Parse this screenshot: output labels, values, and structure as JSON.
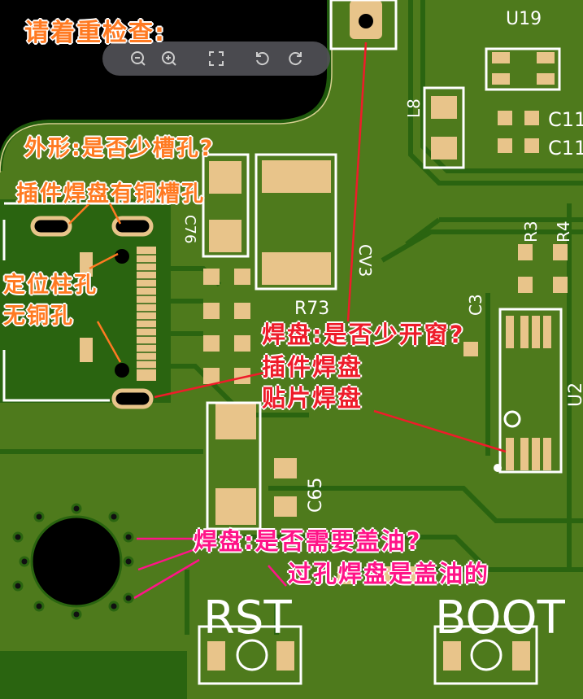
{
  "annotations": {
    "title": "请着重检查:",
    "outline_question": "外形:是否少槽孔?",
    "tht_slot": "插件焊盘有铜槽孔",
    "locating_post_1": "定位柱孔",
    "locating_post_2": "无铜孔",
    "pad_question": "焊盘:是否少开窗?",
    "tht_pad": "插件焊盘",
    "smd_pad": "贴片焊盘",
    "via_question": "焊盘:是否需要盖油?",
    "via_note": "过孔焊盘是盖油的"
  },
  "silkscreen": {
    "u19": "U19",
    "l8": "L8",
    "c11a": "C11",
    "c11b": "C11",
    "r3": "R3",
    "r4": "R4",
    "c3": "C3",
    "r73": "R73",
    "cv3": "CV3",
    "u2": "U2",
    "c65": "C65",
    "c76": "C76",
    "rst": "RST",
    "boot": "BOOT"
  },
  "toolbar": {
    "zoom_out": "zoom-out-icon",
    "zoom_in": "zoom-in-icon",
    "fullscreen": "fullscreen-icon",
    "rotate_left": "rotate-left-icon",
    "rotate_right": "rotate-right-icon"
  },
  "colors": {
    "board": "#4e7a1c",
    "trace": "#2a6410",
    "pad": "#e8c48a",
    "silk": "#ffffff",
    "orange": "#ff7a22",
    "red": "#ee1c2a",
    "pink": "#ff1488"
  }
}
